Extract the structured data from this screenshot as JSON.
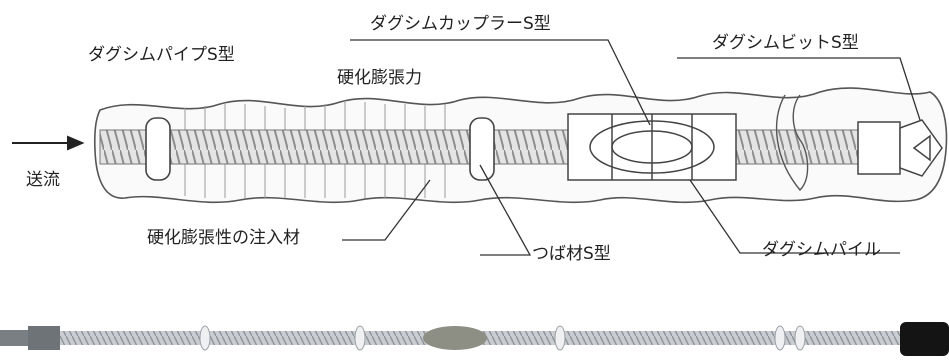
{
  "labels": {
    "pipe": "ダグシムパイプS型",
    "coupler": "ダグシムカップラーS型",
    "bit": "ダグシムビットS型",
    "expansion": "硬化膨張力",
    "flow": "送流",
    "injection": "硬化膨張性の注入材",
    "flange": "つば材S型",
    "pile": "ダグシムパイル"
  },
  "colors": {
    "line": "#333333",
    "thread": "#9a9a9a",
    "photo_rod": "#b8bcc0",
    "photo_dark": "#1a1a1a"
  }
}
